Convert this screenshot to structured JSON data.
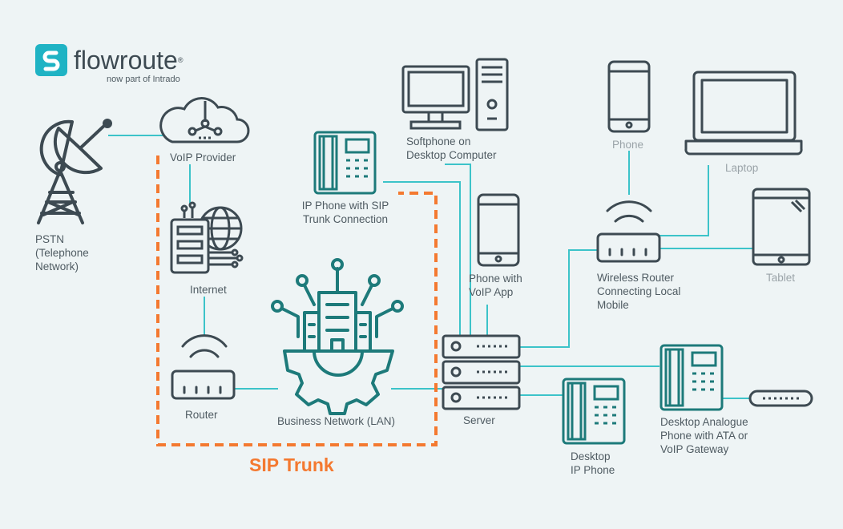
{
  "brand": {
    "name": "flowroute",
    "registered": "®",
    "tagline": "now part of Intrado"
  },
  "colors": {
    "teal": "#1d7a7a",
    "line": "#3cc3c9",
    "dark": "#3d4a52",
    "orange": "#f47930",
    "background": "#eef4f5"
  },
  "nodes": {
    "pstn": "PSTN\n(Telephone\nNetwork)",
    "voip_provider": "VoIP Provider",
    "internet": "Internet",
    "router": "Router",
    "business_network": "Business Network (LAN)",
    "ip_phone_sip": "IP Phone with SIP\nTrunk Connection",
    "softphone": "Softphone on\nDesktop Computer",
    "phone_voip_app": "Phone with\nVoIP App",
    "server": "Server",
    "phone": "Phone",
    "laptop": "Laptop",
    "tablet": "Tablet",
    "wireless_router": "Wireless Router\nConnecting Local\nMobile",
    "desktop_ip_phone": "Desktop\nIP Phone",
    "desktop_analogue": "Desktop Analogue\nPhone with ATA or\nVoIP Gateway"
  },
  "sip_trunk_label": "SIP Trunk"
}
